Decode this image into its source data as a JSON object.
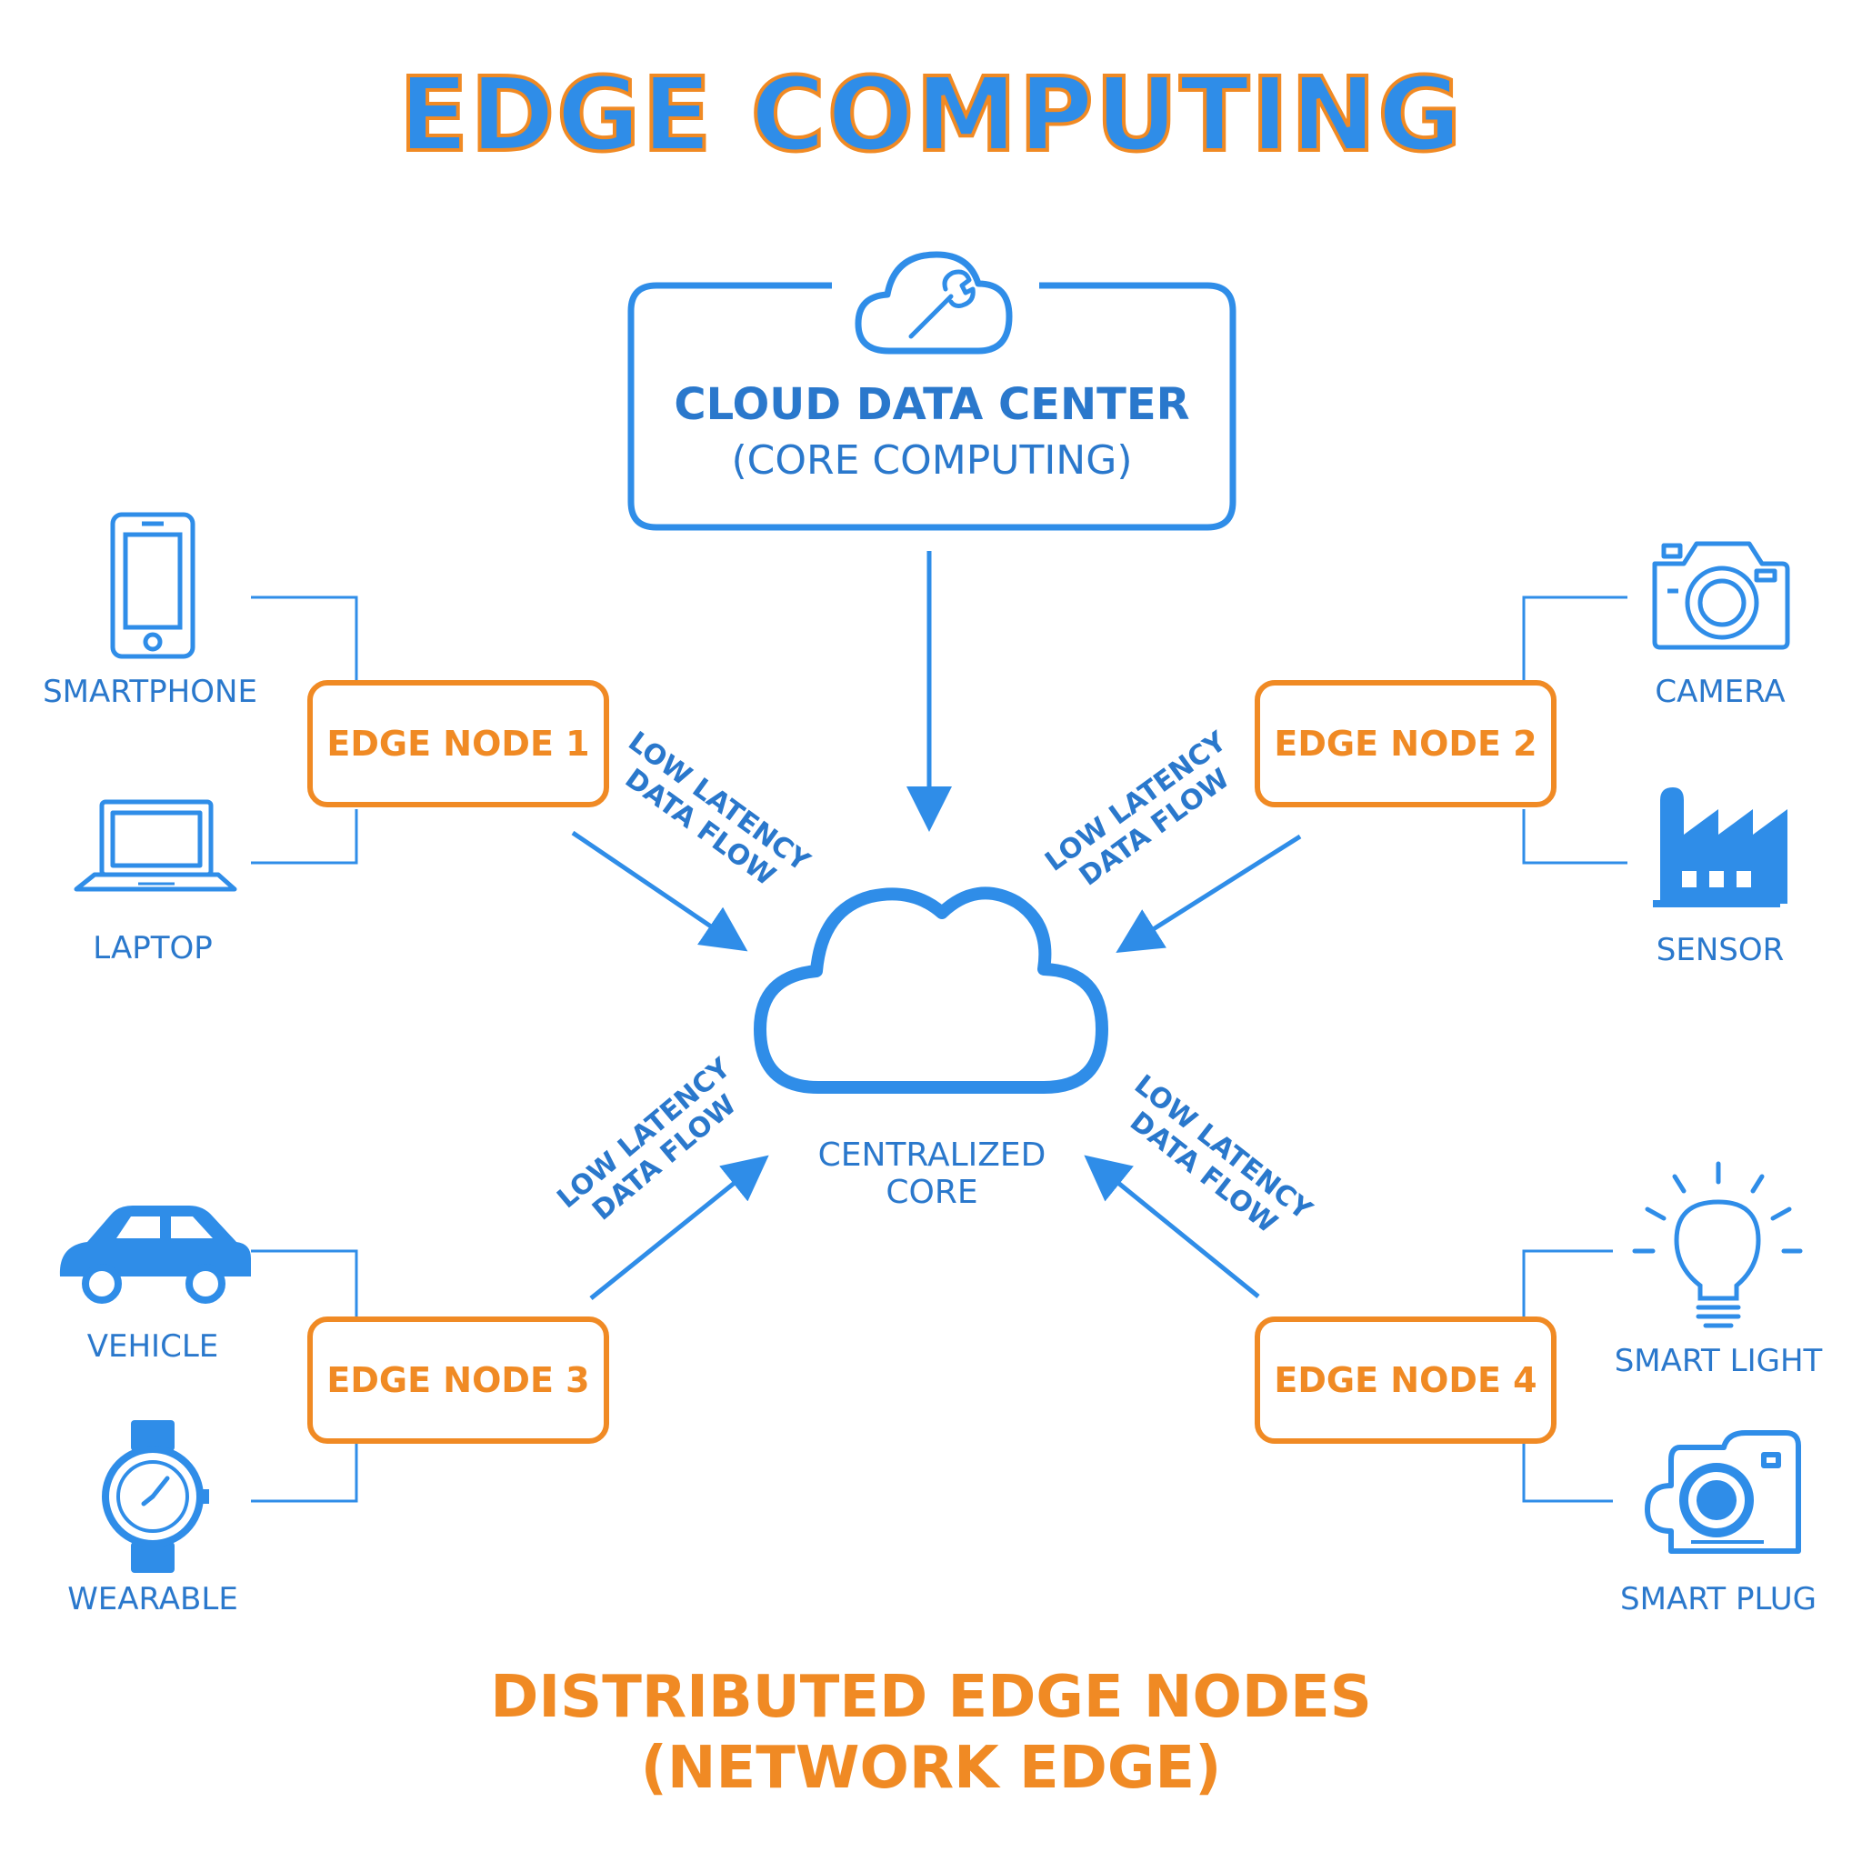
{
  "title": "EDGE COMPUTING",
  "cloud_data_center": {
    "title": "CLOUD DATA CENTER",
    "subtitle": "(CORE COMPUTING)"
  },
  "core": {
    "label_line1": "CENTRALIZED",
    "label_line2": "CORE"
  },
  "flow_label": {
    "line1": "LOW LATENCY",
    "line2": "DATA FLOW"
  },
  "edge_nodes": [
    {
      "label": "EDGE NODE 1",
      "devices": [
        "SMARTPHONE",
        "LAPTOP"
      ]
    },
    {
      "label": "EDGE NODE 2",
      "devices": [
        "CAMERA",
        "SENSOR"
      ]
    },
    {
      "label": "EDGE NODE 3",
      "devices": [
        "VEHICLE",
        "WEARABLE"
      ]
    },
    {
      "label": "EDGE NODE 4",
      "devices": [
        "SMART LIGHT",
        "SMART PLUG"
      ]
    }
  ],
  "footer": {
    "line1": "DISTRIBUTED EDGE NODES",
    "line2": "(NETWORK EDGE)"
  },
  "colors": {
    "blue": "#2f8de8",
    "blue_dark": "#2a78cc",
    "orange": "#f08a24"
  },
  "icons": {
    "cloud_data_center": "cloud-wrench-icon",
    "core": "cloud-icon",
    "devices": [
      "smartphone-icon",
      "laptop-icon",
      "camera-icon",
      "factory-icon",
      "car-icon",
      "watch-icon",
      "lightbulb-icon",
      "camera-plug-icon"
    ]
  }
}
